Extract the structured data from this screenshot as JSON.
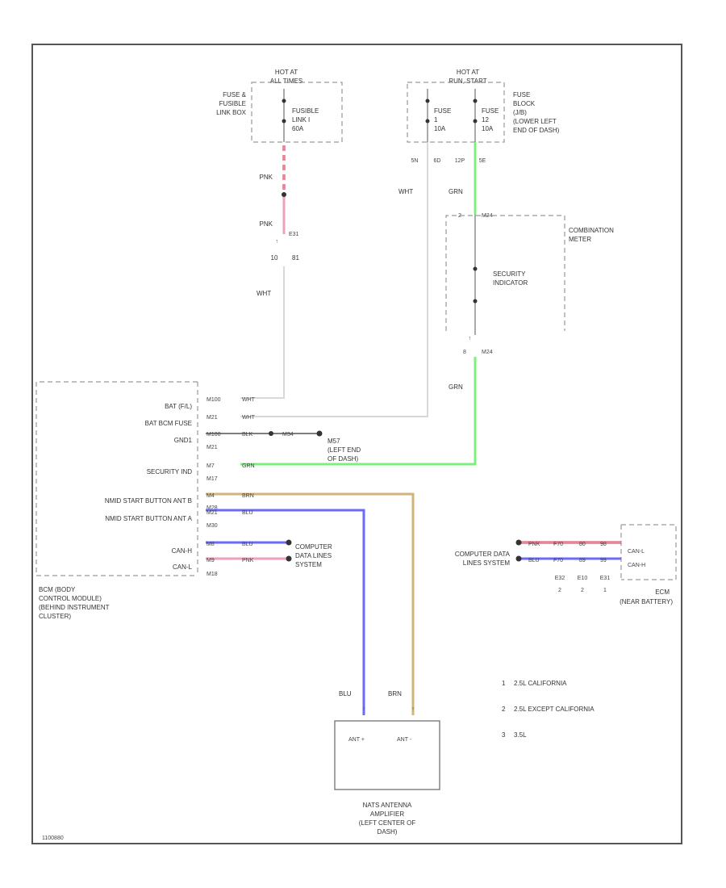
{
  "frame": {
    "corner_code": "1100880"
  },
  "fuse_boxes": [
    {
      "id": "hot_all",
      "header": [
        "HOT AT",
        "ALL TIMES"
      ],
      "side_label": [
        "FUSE &",
        "FUSIBLE",
        "LINK BOX"
      ],
      "inner_labels": [
        [
          "FUSIBLE",
          "LINK I",
          "60A"
        ]
      ]
    },
    {
      "id": "hot_run",
      "header": [
        "HOT AT",
        "RUN, START"
      ],
      "side_label": [
        "FUSE",
        "BLOCK",
        "(J/B)",
        "(LOWER LEFT",
        "END OF DASH)"
      ],
      "inner_labels": [
        [
          "FUSE",
          "1",
          "10A"
        ],
        [
          "FUSE",
          "12",
          "10A"
        ]
      ]
    }
  ],
  "pins": {
    "fuse_pins": [
      "5N",
      "6D",
      "12P",
      "5E"
    ],
    "e31": "E31",
    "e31_pins": [
      "10",
      "81"
    ],
    "meter_top": "2",
    "meter_top_conn": "M24",
    "meter_bot": "8",
    "meter_bot_conn": "M24"
  },
  "components": {
    "combination_meter": [
      "COMBINATION",
      "METER"
    ],
    "security_indicator": [
      "SECURITY",
      "INDICATOR"
    ],
    "bcm": [
      "BCM (BODY",
      "CONTROL MODULE)",
      "(BEHIND INSTRUMENT",
      "CLUSTER)"
    ],
    "ecm": [
      "ECM",
      "(NEAR BATTERY)"
    ],
    "antenna": [
      "NATS ANTENNA",
      "AMPLIFIER",
      "(LEFT CENTER OF",
      "DASH)"
    ],
    "ground": [
      "M57",
      "(LEFT END",
      "OF DASH)"
    ],
    "computer_left": [
      "COMPUTER",
      "DATA LINES",
      "SYSTEM"
    ],
    "computer_right": [
      "COMPUTER DATA",
      "LINES SYSTEM"
    ]
  },
  "bcm_terminals": [
    {
      "label": "BAT (F/L)",
      "pin": "M100",
      "wire": "WHT"
    },
    {
      "label": "BAT BCM FUSE",
      "pin": "M21",
      "wire": "WHT"
    },
    {
      "label": "GND1",
      "pin": "M100",
      "wire": "BLK",
      "num": "M21"
    },
    {
      "label": "SECURITY IND",
      "pin": "M7",
      "wire": "GRN",
      "num": "M17"
    },
    {
      "label": "NMID START BUTTON ANT B",
      "pin": "M4",
      "wire": "BRN",
      "num": "M28"
    },
    {
      "label": "NMID START BUTTON ANT A",
      "pin": "M21",
      "wire": "BLU",
      "num": "M30"
    },
    {
      "label": "CAN-H",
      "pin": "M8",
      "wire": "BLU"
    },
    {
      "label": "CAN-L",
      "pin": "M9",
      "wire": "PNK",
      "num": "M18"
    }
  ],
  "ground_pin": "M34",
  "ecm_terminals": [
    "CAN-L",
    "CAN-H"
  ],
  "ecm_wires": [
    {
      "color": "PNK",
      "pins": [
        "F70",
        "80",
        "98"
      ]
    },
    {
      "color": "BLU",
      "pins": [
        "F70",
        "89",
        "99"
      ]
    }
  ],
  "ecm_conns": [
    "E32",
    "E10",
    "E31"
  ],
  "ecm_nums": [
    "2",
    "2",
    "1"
  ],
  "antenna_pins": [
    "ANT +",
    "ANT -"
  ],
  "wires": {
    "pnk1": "PNK",
    "pnk2": "PNK",
    "wht1": "WHT",
    "wht2": "WHT",
    "grn1": "GRN",
    "grn2": "GRN",
    "blu": "BLU",
    "brn": "BRN"
  },
  "legend": [
    {
      "num": "1",
      "text": "2.5L CALIFORNIA"
    },
    {
      "num": "2",
      "text": "2.5L EXCEPT CALIFORNIA"
    },
    {
      "num": "3",
      "text": "3.5L"
    }
  ],
  "colors": {
    "pink": "#f0a0b8",
    "red": "#d03040",
    "green": "#7cf07c",
    "blue": "#6a6aff",
    "tan": "#d2b478",
    "white_wire": "#d8d8d8"
  }
}
